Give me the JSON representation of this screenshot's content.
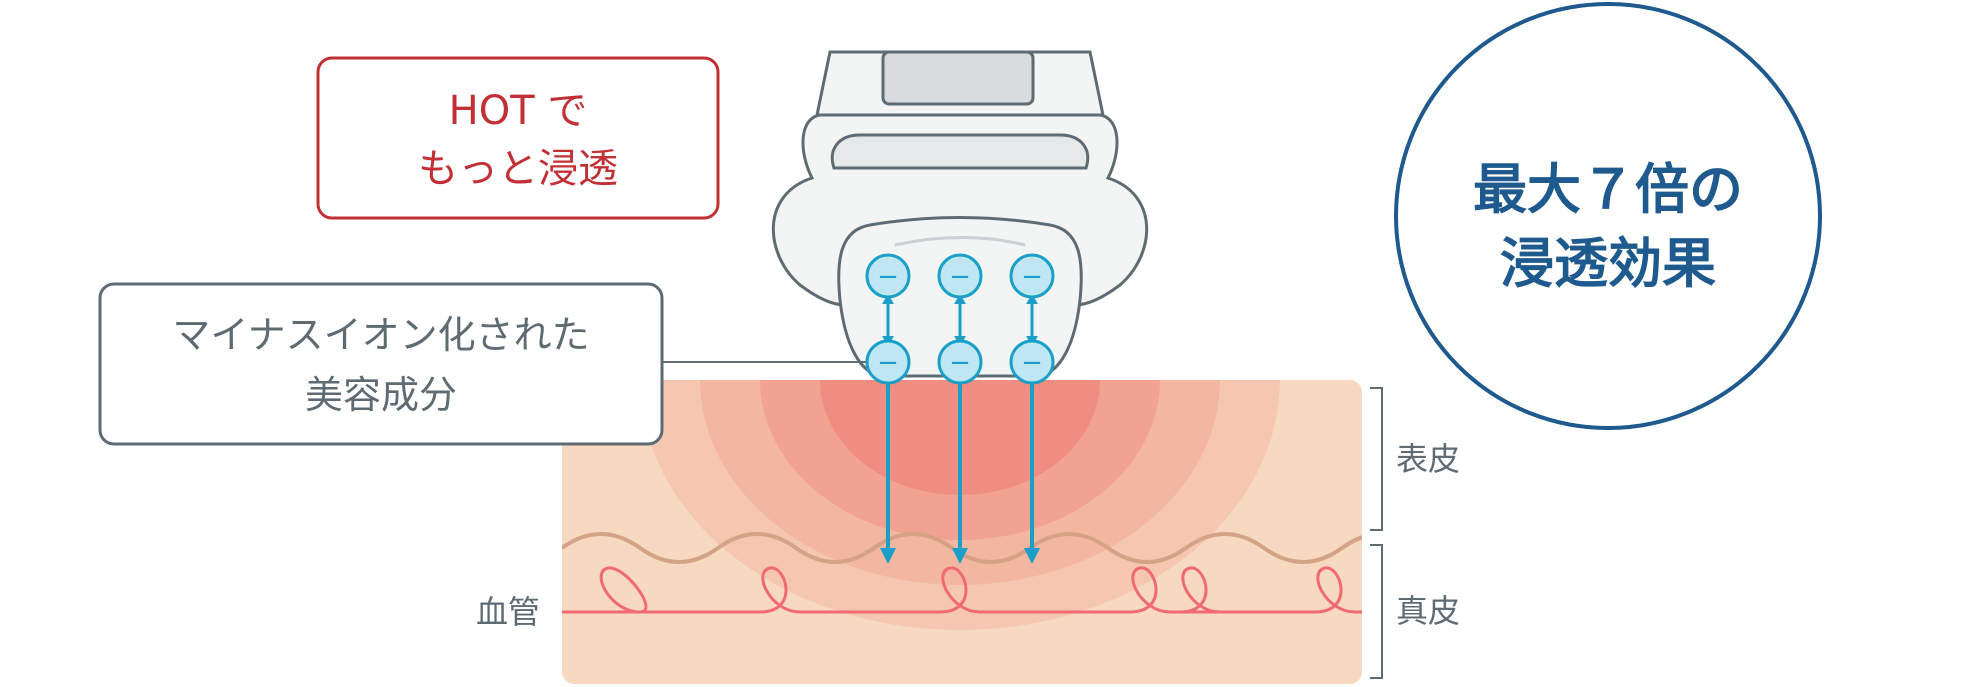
{
  "hot_box": {
    "line1": "HOT で",
    "line2": "もっと浸透"
  },
  "ion_box": {
    "line1": "マイナスイオン化された",
    "line2": "美容成分"
  },
  "badge": {
    "line1": "最大７倍の",
    "line2": "浸透効果"
  },
  "layers": {
    "epidermis": "表皮",
    "dermis": "真皮",
    "blood_vessel": "血管"
  },
  "ion_symbol": "−",
  "colors": {
    "accent_red": "#c23035",
    "badge_blue": "#1e5a8e",
    "ion_blue": "#1aa0c8",
    "ion_fill": "#bfe6f3",
    "skin": "#f6d8c0",
    "heat": "#f08878",
    "vessel": "#f06a72",
    "layer_line": "#d9a888",
    "device_gray": "#5f6b73"
  }
}
